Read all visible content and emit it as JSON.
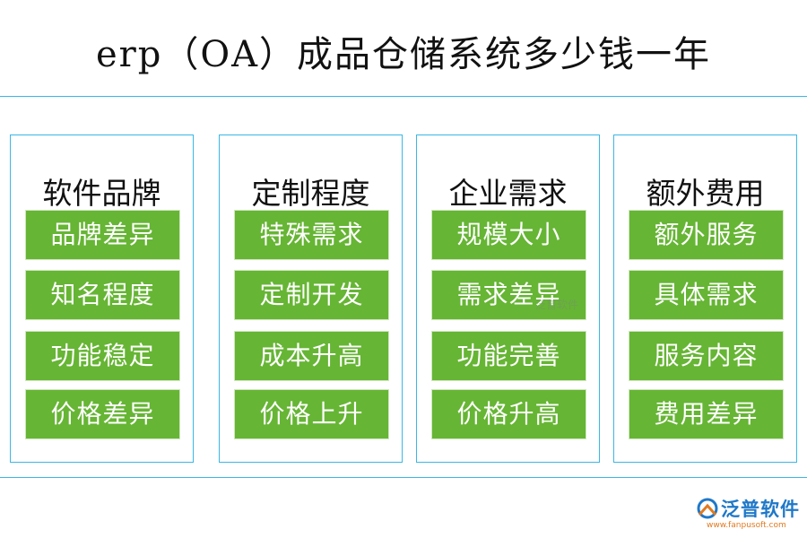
{
  "title": "erp（OA）成品仓储系统多少钱一年",
  "columns": [
    {
      "heading": "软件品牌",
      "items": [
        "品牌差异",
        "知名程度",
        "功能稳定",
        "价格差异"
      ]
    },
    {
      "heading": "定制程度",
      "items": [
        "特殊需求",
        "定制开发",
        "成本升高",
        "价格上升"
      ]
    },
    {
      "heading": "企业需求",
      "items": [
        "规模大小",
        "需求差异",
        "功能完善",
        "价格升高"
      ]
    },
    {
      "heading": "额外费用",
      "items": [
        "额外服务",
        "具体需求",
        "服务内容",
        "费用差异"
      ]
    }
  ],
  "watermark": "泛普软件",
  "logo": {
    "name": "泛普软件",
    "url": "www.fanpusoft.com",
    "icon": "fanpu-logo-icon"
  },
  "colors": {
    "box_fill": "#66b534",
    "border": "#3ab7e6",
    "logo_blue": "#1f78c8",
    "logo_orange": "#e07a20"
  }
}
